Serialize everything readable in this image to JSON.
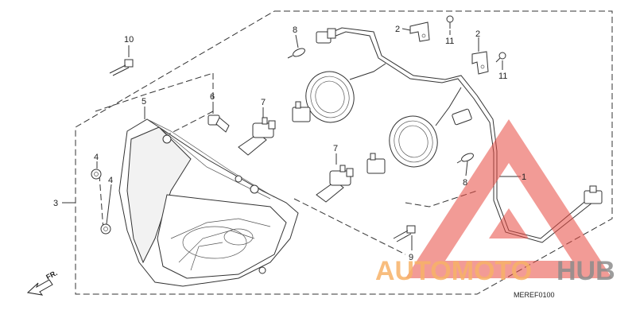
{
  "callouts": {
    "c1": "1",
    "c2a": "2",
    "c2b": "2",
    "c3": "3",
    "c4a": "4",
    "c4b": "4",
    "c5": "5",
    "c6": "6",
    "c7a": "7",
    "c7b": "7",
    "c8a": "8",
    "c8b": "8",
    "c9": "9",
    "c10": "10",
    "c11a": "11",
    "c11b": "11"
  },
  "diagram_code": "MEREF0100",
  "direction_label": "FR.",
  "watermark": {
    "part1": "AUTOMOTO",
    "part2": "HUB"
  },
  "colors": {
    "watermark_orange": "#f7b267",
    "watermark_gray": "#8c8c8c",
    "watermark_red": "#e8493f"
  }
}
